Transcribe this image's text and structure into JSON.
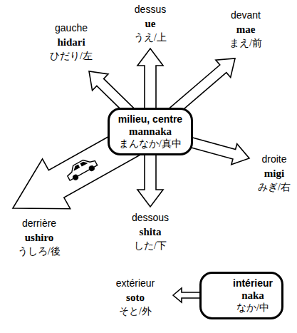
{
  "diagram": {
    "nodes": [
      {
        "text": [
          "milieu, centre",
          "mannaka",
          "まんなか/真中"
        ]
      },
      {
        "text": [
          "intérieur",
          "naka",
          "なか/中"
        ]
      }
    ],
    "labels": [
      "dessus",
      "ue",
      "うえ/上",
      "gauche",
      "hidari",
      "ひだり/左",
      "devant",
      "mae",
      "まえ/前",
      "droite",
      "migi",
      "みぎ/右",
      "derrière",
      "ushiro",
      "うしろ/後",
      "dessous",
      "shita",
      "した/下",
      "extérieur",
      "soto",
      "そと/外"
    ]
  }
}
